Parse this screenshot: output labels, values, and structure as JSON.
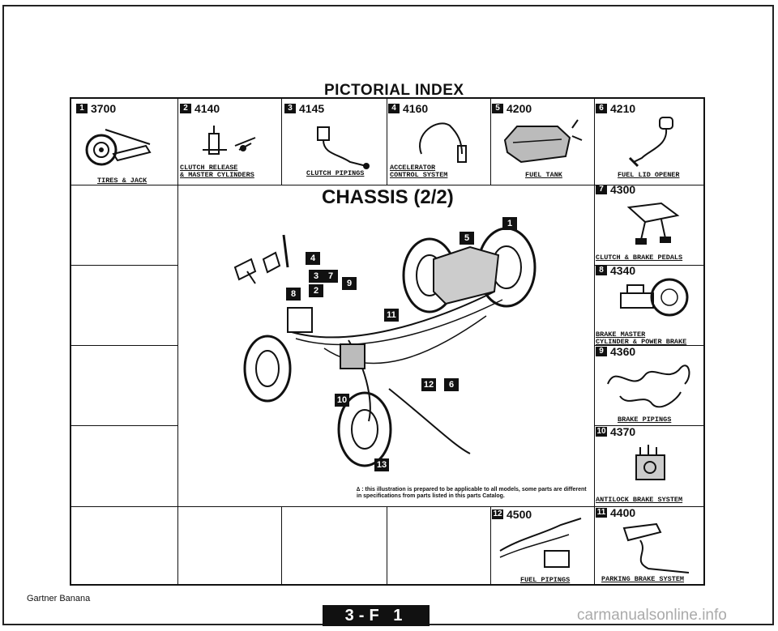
{
  "title": "PICTORIAL INDEX",
  "subtitle": "CHASSIS (2/2)",
  "top_row": [
    {
      "num": "1",
      "code": "3700",
      "label": "TIRES & JACK"
    },
    {
      "num": "2",
      "code": "4140",
      "label": "CLUTCH RELEASE\n& MASTER CYLINDERS"
    },
    {
      "num": "3",
      "code": "4145",
      "label": "CLUTCH PIPINGS"
    },
    {
      "num": "4",
      "code": "4160",
      "label": "ACCELERATOR\nCONTROL SYSTEM"
    },
    {
      "num": "5",
      "code": "4200",
      "label": "FUEL TANK"
    },
    {
      "num": "6",
      "code": "4210",
      "label": "FUEL LID OPENER"
    }
  ],
  "right_column": [
    {
      "num": "7",
      "code": "4300",
      "label": "CLUTCH & BRAKE PEDALS"
    },
    {
      "num": "8",
      "code": "4340",
      "label": "BRAKE MASTER\nCYLINDER & POWER BRAKE"
    },
    {
      "num": "9",
      "code": "4360",
      "label": "BRAKE PIPINGS"
    },
    {
      "num": "10",
      "code": "4370",
      "label": "ANTILOCK BRAKE SYSTEM"
    },
    {
      "num": "11",
      "code": "4400",
      "label": "PARKING BRAKE SYSTEM"
    }
  ],
  "bottom_cell": {
    "num": "12",
    "code": "4500",
    "label": "FUEL PIPINGS"
  },
  "callouts": {
    "c1": "1",
    "c5": "5",
    "c4": "4",
    "c3": "3",
    "c7": "7",
    "c2": "2",
    "c8": "8",
    "c9": "9",
    "c11": "11",
    "c12": "12",
    "c6": "6",
    "c10": "10",
    "c13": "13"
  },
  "note": {
    "line1": "∆ : this illustration is prepared to be applicable to all models, some parts are different",
    "line2": "in specifications from parts listed in this parts Catalog."
  },
  "footer": {
    "left": "Gartner Banana",
    "page": "3-F 1",
    "site": "carmanualsonline.info"
  }
}
